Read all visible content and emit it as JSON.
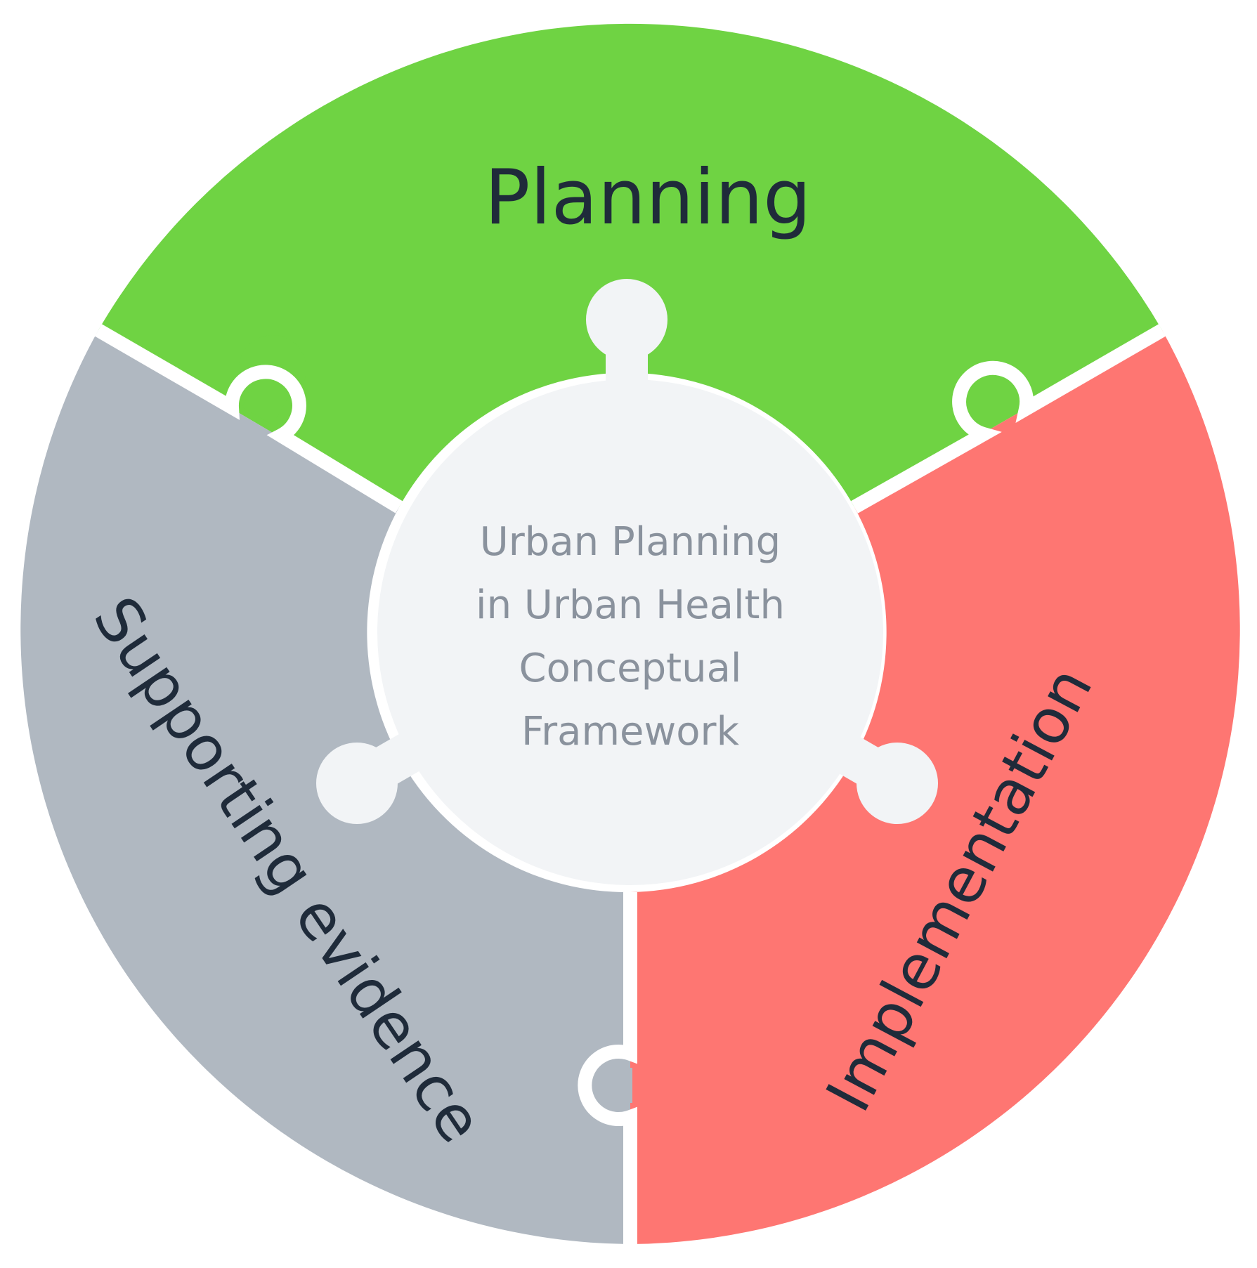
{
  "diagram": {
    "segments": [
      {
        "id": "planning",
        "label": "Planning",
        "color": "#6fd343"
      },
      {
        "id": "implementation",
        "label": "Implementation",
        "color": "#fe7672"
      },
      {
        "id": "supporting-evidence",
        "label": "Supporting evidence",
        "color": "#b0b8c1"
      }
    ],
    "center": {
      "lines": [
        "Urban Planning",
        "in Urban Health",
        "Conceptual",
        "Framework"
      ],
      "color": "#f2f4f6"
    },
    "separator_color": "#ffffff"
  }
}
